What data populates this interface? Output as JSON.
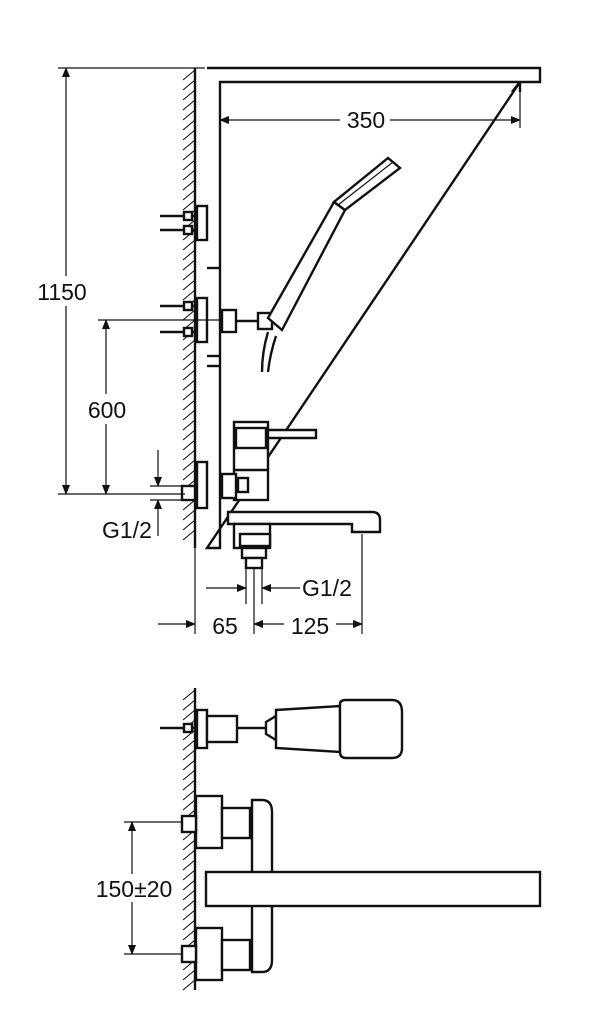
{
  "dimensions": {
    "spout_reach": "350",
    "total_height": "1150",
    "hand_shower_height": "600",
    "inlet_thread_side": "G1/2",
    "outlet_thread_bottom": "G1/2",
    "wall_offset": "65",
    "spout_projection": "125",
    "inlet_spacing": "150±20"
  },
  "colors": {
    "line": "#111111",
    "background": "#ffffff"
  }
}
